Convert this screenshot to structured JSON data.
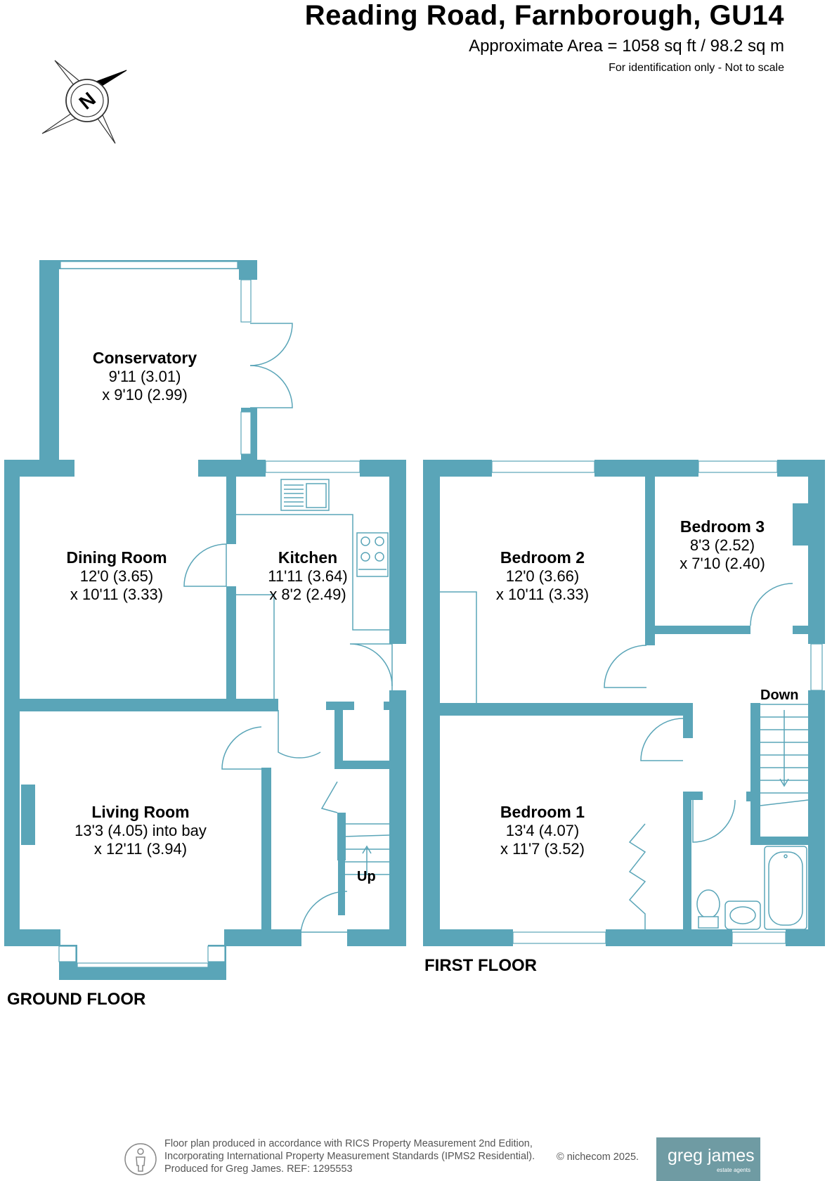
{
  "header": {
    "title": "Reading Road, Farnborough, GU14",
    "area": "Approximate Area = 1058 sq ft / 98.2 sq m",
    "note": "For identification only - Not to scale"
  },
  "compass": {
    "letter": "N",
    "icon": "compass-icon"
  },
  "colors": {
    "wall": "#5aa5b8",
    "fixture": "#5aa5b8",
    "logo_bg": "#6f9ba3"
  },
  "ground_floor": {
    "label": "GROUND FLOOR",
    "rooms": [
      {
        "name": "Conservatory",
        "dim1": "9'11 (3.01)",
        "dim2": "x 9'10 (2.99)"
      },
      {
        "name": "Dining Room",
        "dim1": "12'0 (3.65)",
        "dim2": "x 10'11 (3.33)"
      },
      {
        "name": "Kitchen",
        "dim1": "11'11 (3.64)",
        "dim2": "x 8'2 (2.49)"
      },
      {
        "name": "Living Room",
        "dim1": "13'3 (4.05) into bay",
        "dim2": "x 12'11 (3.94)"
      }
    ],
    "stairs_label": "Up"
  },
  "first_floor": {
    "label": "FIRST FLOOR",
    "rooms": [
      {
        "name": "Bedroom 2",
        "dim1": "12'0 (3.66)",
        "dim2": "x 10'11 (3.33)"
      },
      {
        "name": "Bedroom 3",
        "dim1": "8'3 (2.52)",
        "dim2": "x 7'10 (2.40)"
      },
      {
        "name": "Bedroom 1",
        "dim1": "13'4 (4.07)",
        "dim2": "x 11'7 (3.52)"
      }
    ],
    "stairs_label": "Down"
  },
  "footer": {
    "line1": "Floor plan produced in accordance with RICS Property Measurement 2nd Edition,",
    "line2": "Incorporating International Property Measurement Standards (IPMS2 Residential).",
    "line3": "Produced for Greg James.   REF: 1295553",
    "copyright": "© nichecom 2025.",
    "logo_brand": "greg james",
    "logo_sub": "estate agents"
  }
}
